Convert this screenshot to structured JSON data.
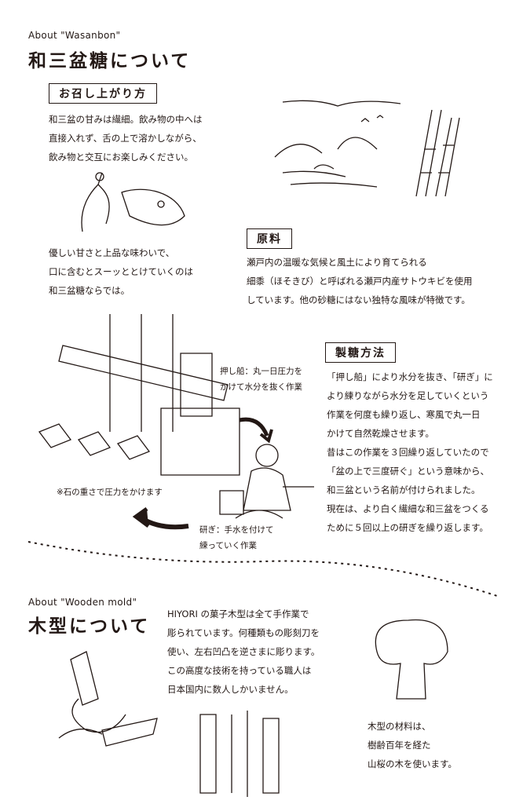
{
  "wasanbon": {
    "about": "About \"Wasanbon\"",
    "title": "和三盆糖について",
    "howto": {
      "label": "お召し上がり方",
      "text": "和三盆の甘みは繊細。飲み物の中へは\n直接入れず、舌の上で溶かしながら、\n飲み物と交互にお楽しみください。",
      "text2": "優しい甘さと上品な味わいで、\n口に含むとスーッととけていくのは\n和三盆糖ならでは。"
    },
    "material": {
      "label": "原料",
      "text": "瀬戸内の温暖な気候と風土により育てられる\n細黍（ほそきび）と呼ばれる瀬戸内産サトウキビを使用\nしています。他の砂糖にはない独特な風味が特徴です。"
    },
    "method": {
      "label": "製糖方法",
      "text": "「押し船」により水分を抜き、「研ぎ」に\nより練りながら水分を足していくという\n作業を何度も繰り返し、寒風で丸一日\nかけて自然乾燥させます。\n昔はこの作業を３回繰り返していたので\n「盆の上で三度研ぐ」という意味から、\n和三盆という名前が付けられました。\n現在は、より白く繊細な和三盆をつくる\nために５回以上の研ぎを繰り返します。"
    },
    "captions": {
      "oshibune": "押し船：丸一日圧力を\nかけて水分を抜く作業",
      "stone": "※石の重さで圧力をかけます",
      "togi": "研ぎ：手水を付けて\n練っていく作業"
    }
  },
  "mold": {
    "about": "About \"Wooden mold\"",
    "title": "木型について",
    "text": "HIYORI の菓子木型は全て手作業で\n彫られています。何種類もの彫刻刀を\n使い、左右凹凸を逆さまに彫ります。\nこの高度な技術を持っている職人は\n日本国内に数人しかいません。",
    "material": "木型の材料は、\n樹齢百年を経た\n山桜の木を使います。"
  }
}
